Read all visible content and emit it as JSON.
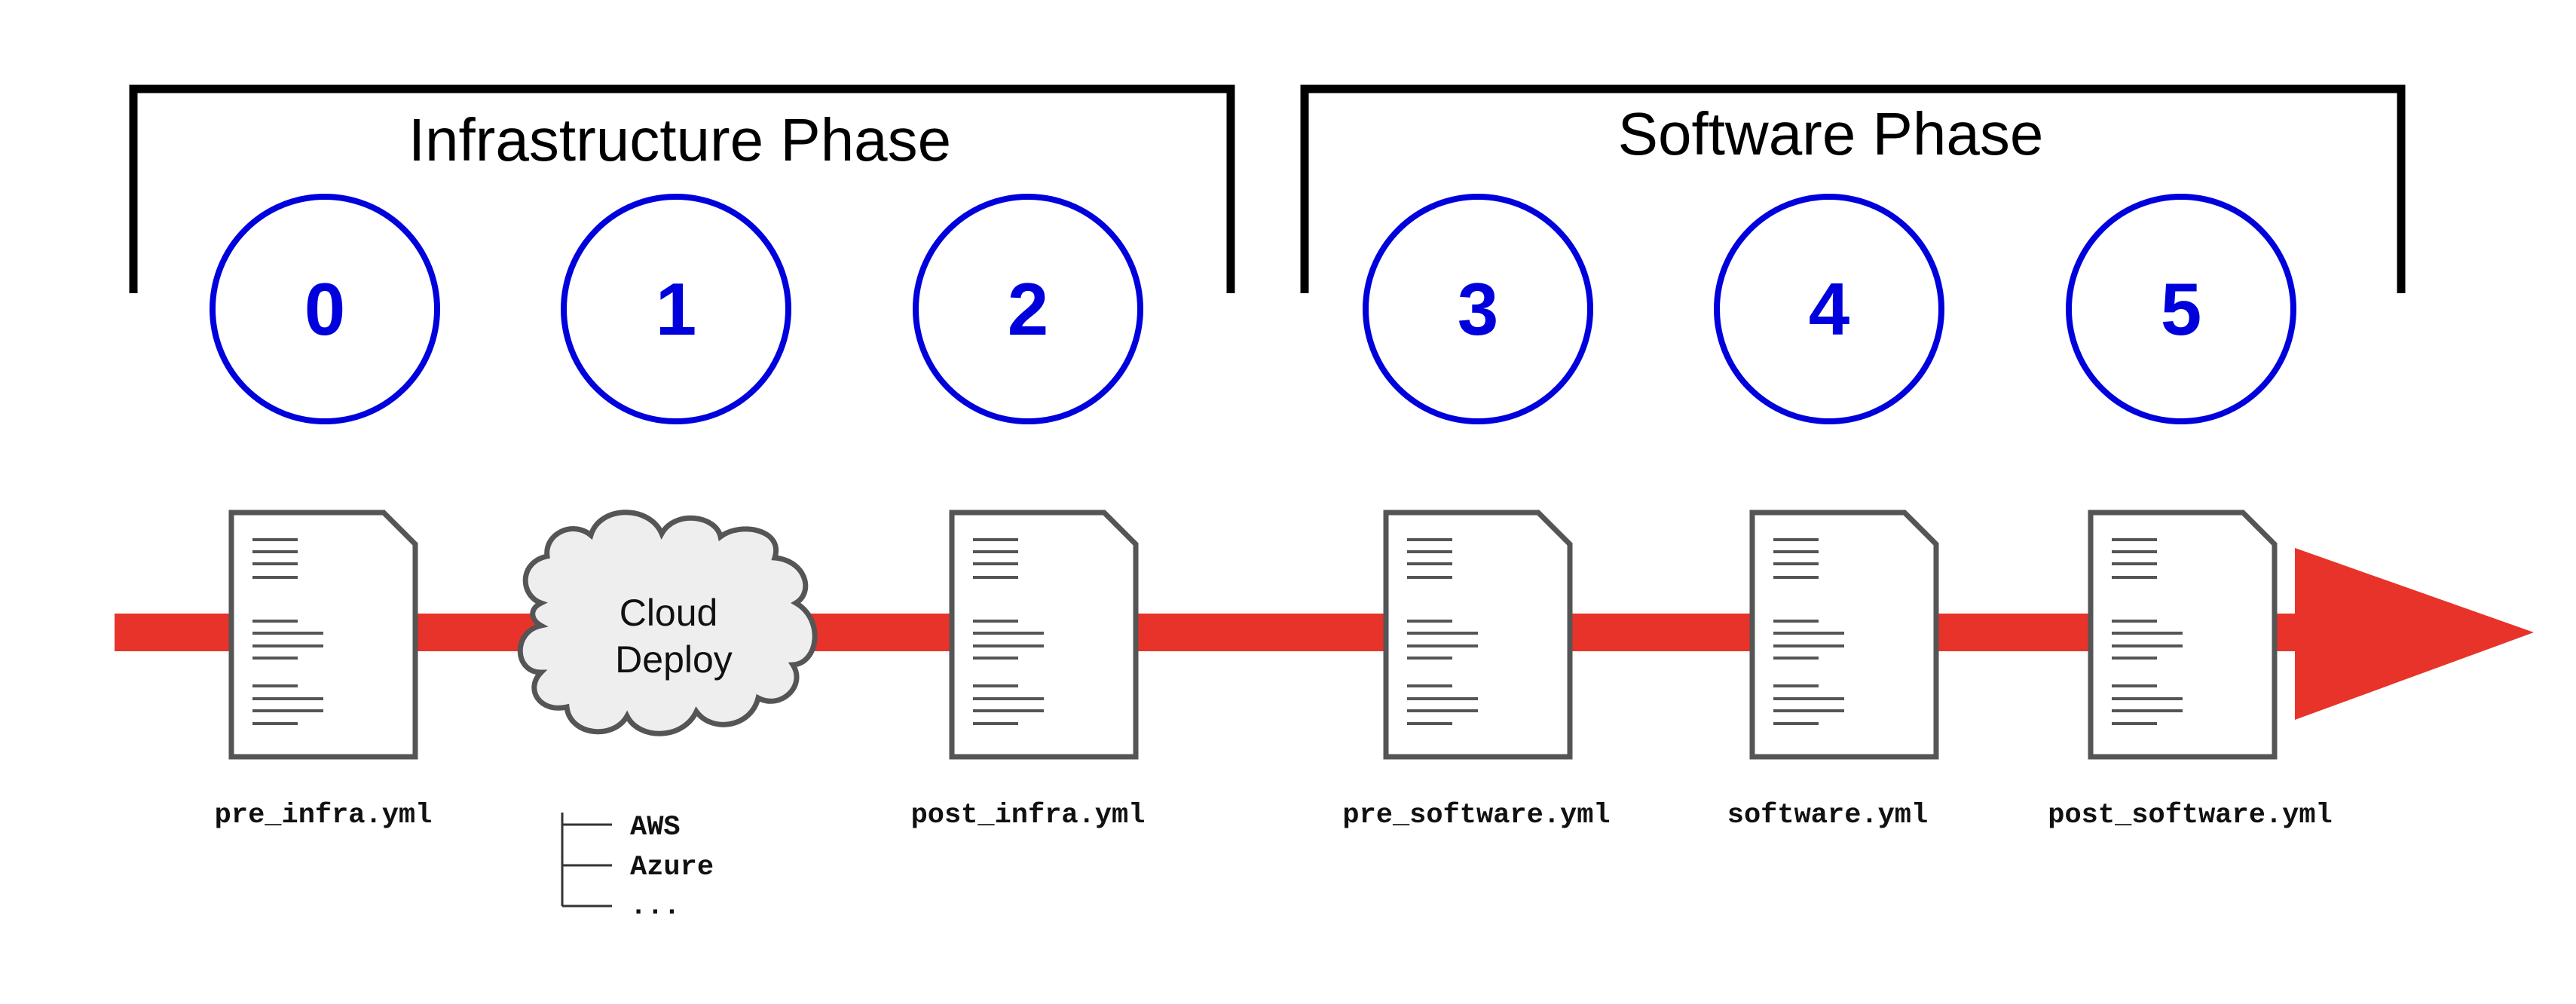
{
  "phases": [
    {
      "title": "Infrastructure Phase"
    },
    {
      "title": "Software Phase"
    }
  ],
  "steps": [
    {
      "number": "0",
      "label": "pre_infra.yml",
      "kind": "document"
    },
    {
      "number": "1",
      "label": "Cloud Deploy",
      "kind": "cloud",
      "cloud_lines": [
        "Cloud",
        "Deploy"
      ],
      "providers": [
        "AWS",
        "Azure",
        "..."
      ]
    },
    {
      "number": "2",
      "label": "post_infra.yml",
      "kind": "document"
    },
    {
      "number": "3",
      "label": "pre_software.yml",
      "kind": "document"
    },
    {
      "number": "4",
      "label": "software.yml",
      "kind": "document"
    },
    {
      "number": "5",
      "label": "post_software.yml",
      "kind": "document"
    }
  ],
  "colors": {
    "arrow": "#e8332a",
    "step_circle": "#0000dd",
    "bracket": "#000000",
    "document_outline": "#555555",
    "cloud_fill": "#eeeeee"
  },
  "icons": {
    "document": "document-icon",
    "cloud": "cloud-icon",
    "timeline_arrow": "arrow-right-icon"
  }
}
